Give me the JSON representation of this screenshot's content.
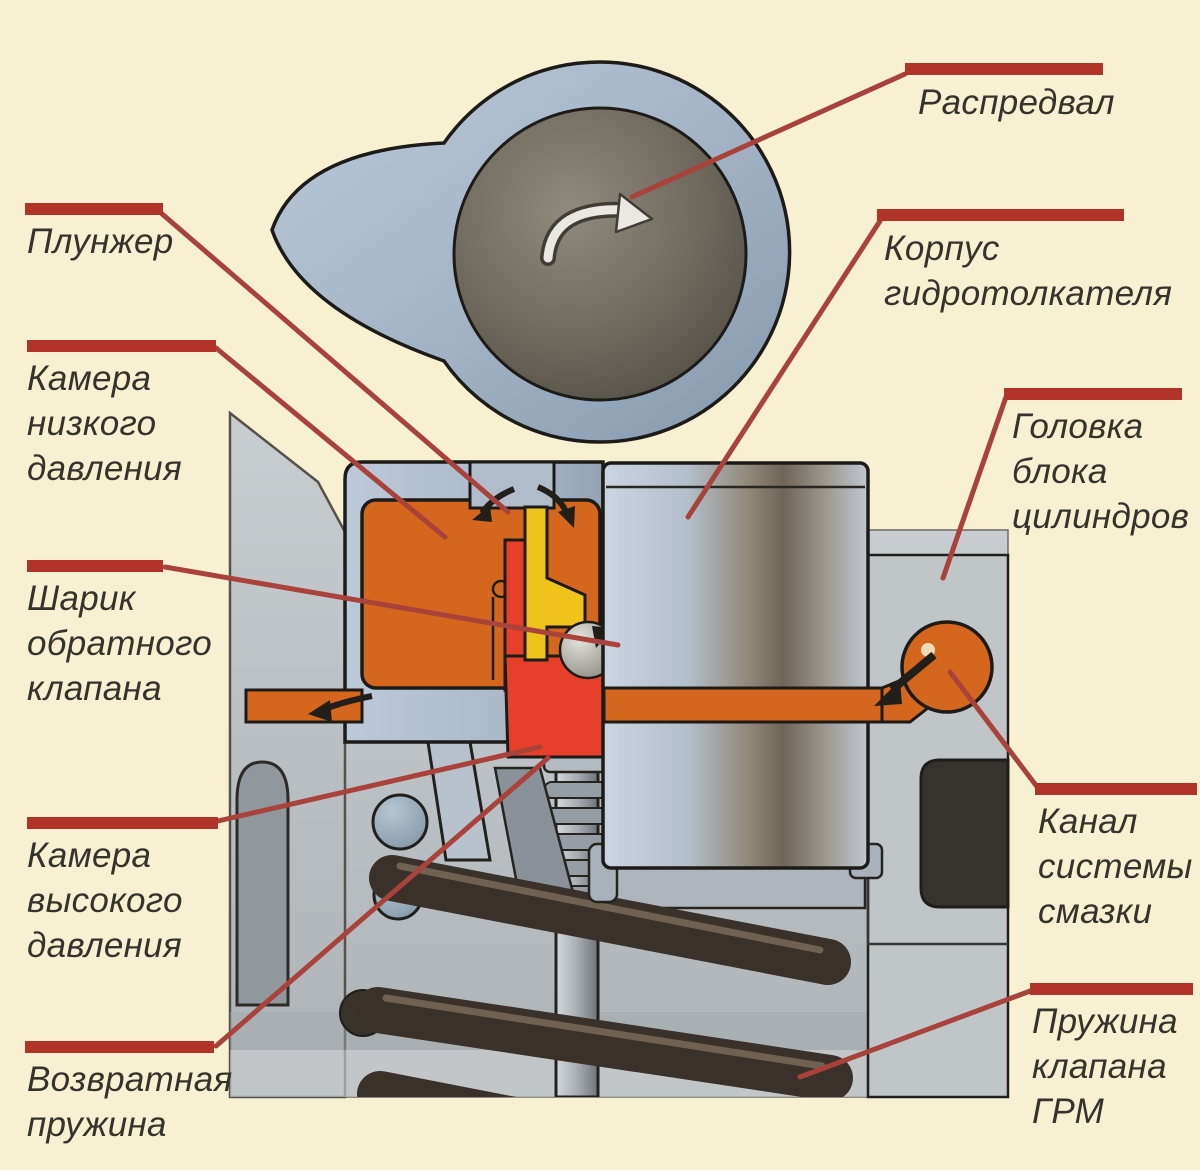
{
  "meta": {
    "type": "engine-hydraulic-lifter-cutaway-diagram",
    "language": "ru"
  },
  "labels": {
    "camshaft": "Распредвал",
    "tappet_housing": "Корпус гидротолкателя",
    "cylinder_head": "Головка блока цилиндров",
    "oil_channel": "Канал системы смазки",
    "timing_valve_spring": "Пружина клапана ГРМ",
    "plunger": "Плунжер",
    "low_pressure_chamber": "Камера низкого давления",
    "check_valve_ball": "Шарик обратного клапана",
    "high_pressure_chamber": "Камера высокого давления",
    "return_spring": "Возвратная пружина"
  },
  "colors": {
    "background": "#f7f1d2",
    "label_bar": "#b23327",
    "leader_line": "#a8423a",
    "label_text": "#35342c",
    "low_pressure_orange": "#d4671d",
    "high_pressure_red": "#e6402b",
    "plunger_yellow": "#f0c31c",
    "cam_lobe_gray_blue": "#a2b2c4",
    "head_gray": "#bcc2c4",
    "spring_dark": "#3a322a"
  },
  "icons": {
    "rotation_arrow": "cam-rotation-direction",
    "flow_arrows": "oil-flow-direction"
  }
}
